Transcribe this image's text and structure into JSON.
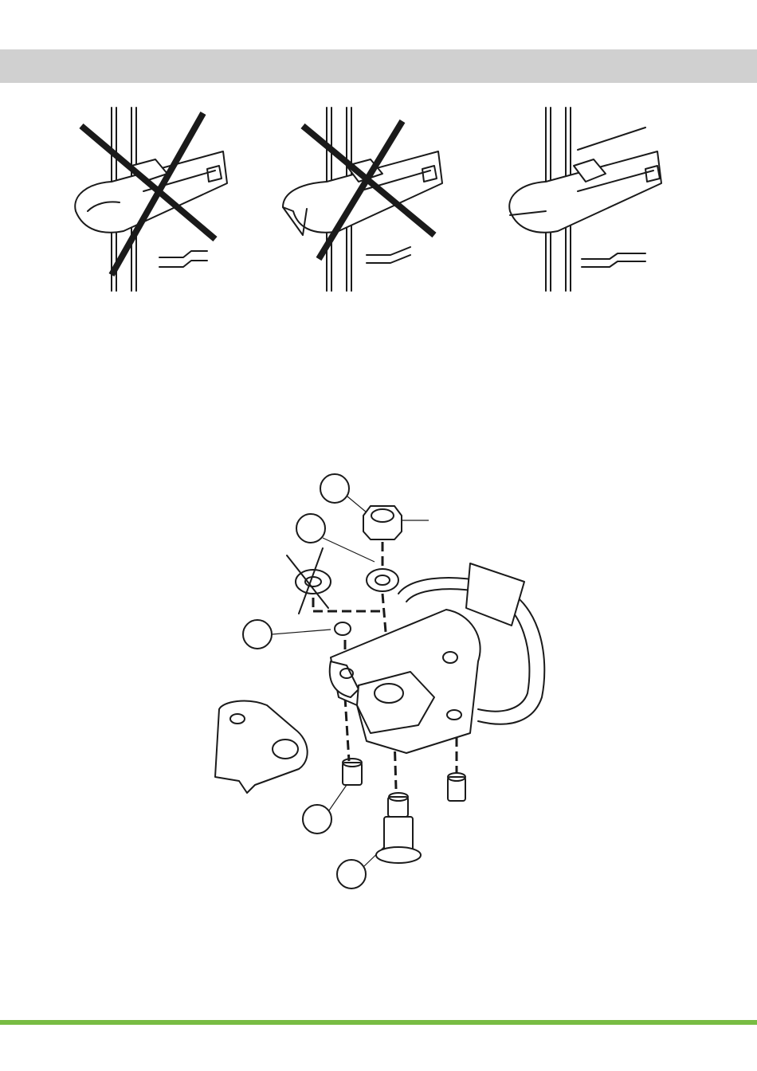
{
  "header": {
    "bar_color": "#d0d0d0"
  },
  "footer": {
    "line_color": "#78bc43"
  },
  "figures": {
    "wrench_panels": [
      {
        "state": "incorrect",
        "icon": "cross-out-icon"
      },
      {
        "state": "incorrect",
        "icon": "cross-out-icon"
      },
      {
        "state": "correct",
        "icon": "none"
      }
    ],
    "exploded_view": {
      "callouts": [
        "",
        "",
        "",
        "",
        ""
      ]
    }
  }
}
